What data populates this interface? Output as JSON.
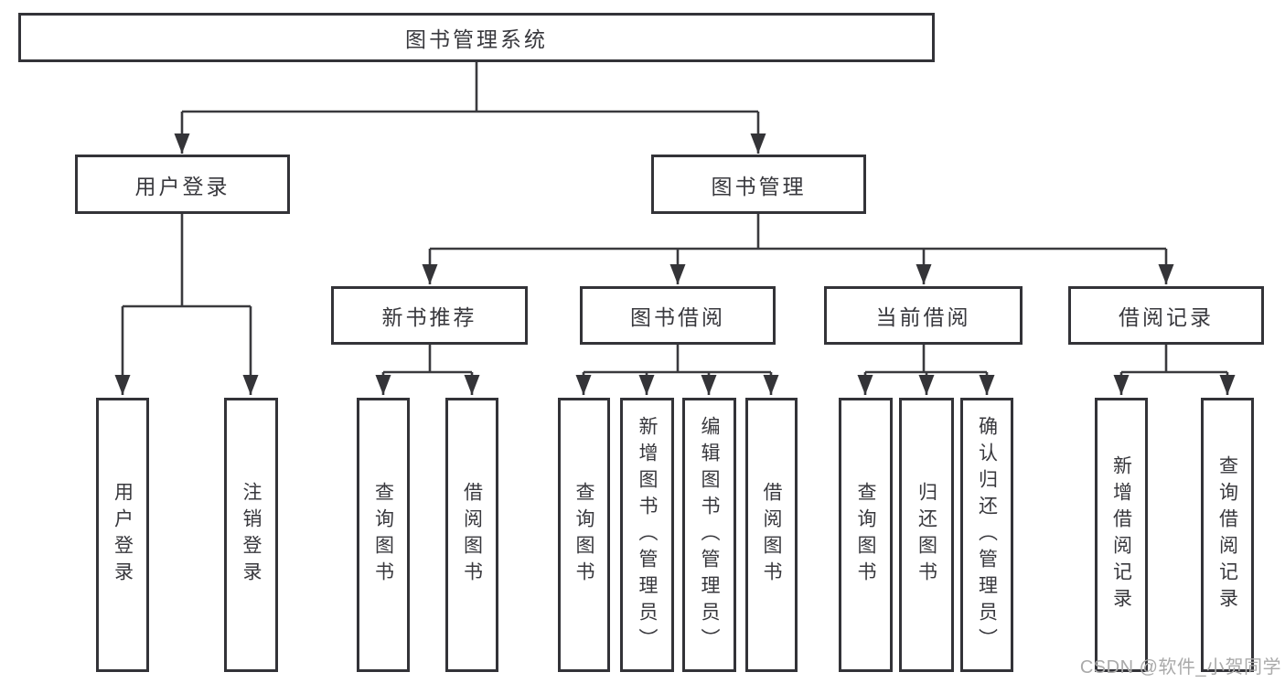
{
  "tree": {
    "label": "图书管理系统",
    "children": [
      {
        "label": "用户登录",
        "children": [
          {
            "label": "用户登录"
          },
          {
            "label": "注销登录"
          }
        ]
      },
      {
        "label": "图书管理",
        "children": [
          {
            "label": "新书推荐",
            "children": [
              {
                "label": "查询图书"
              },
              {
                "label": "借阅图书"
              }
            ]
          },
          {
            "label": "图书借阅",
            "children": [
              {
                "label": "查询图书"
              },
              {
                "label": "新增图书（管理员）"
              },
              {
                "label": "编辑图书（管理员）"
              },
              {
                "label": "借阅图书"
              }
            ]
          },
          {
            "label": "当前借阅",
            "children": [
              {
                "label": "查询图书"
              },
              {
                "label": "归还图书"
              },
              {
                "label": "确认归还（管理员）"
              }
            ]
          },
          {
            "label": "借阅记录",
            "children": [
              {
                "label": "新增借阅记录"
              },
              {
                "label": "查询借阅记录"
              }
            ]
          }
        ]
      }
    ]
  },
  "watermark": {
    "text": "CSDN @软件_小贺同学"
  },
  "colors": {
    "line": "#3a3a3e",
    "border": "#333338",
    "text": "#38383d",
    "watermark": "#aaaaaa",
    "background": "#ffffff"
  }
}
